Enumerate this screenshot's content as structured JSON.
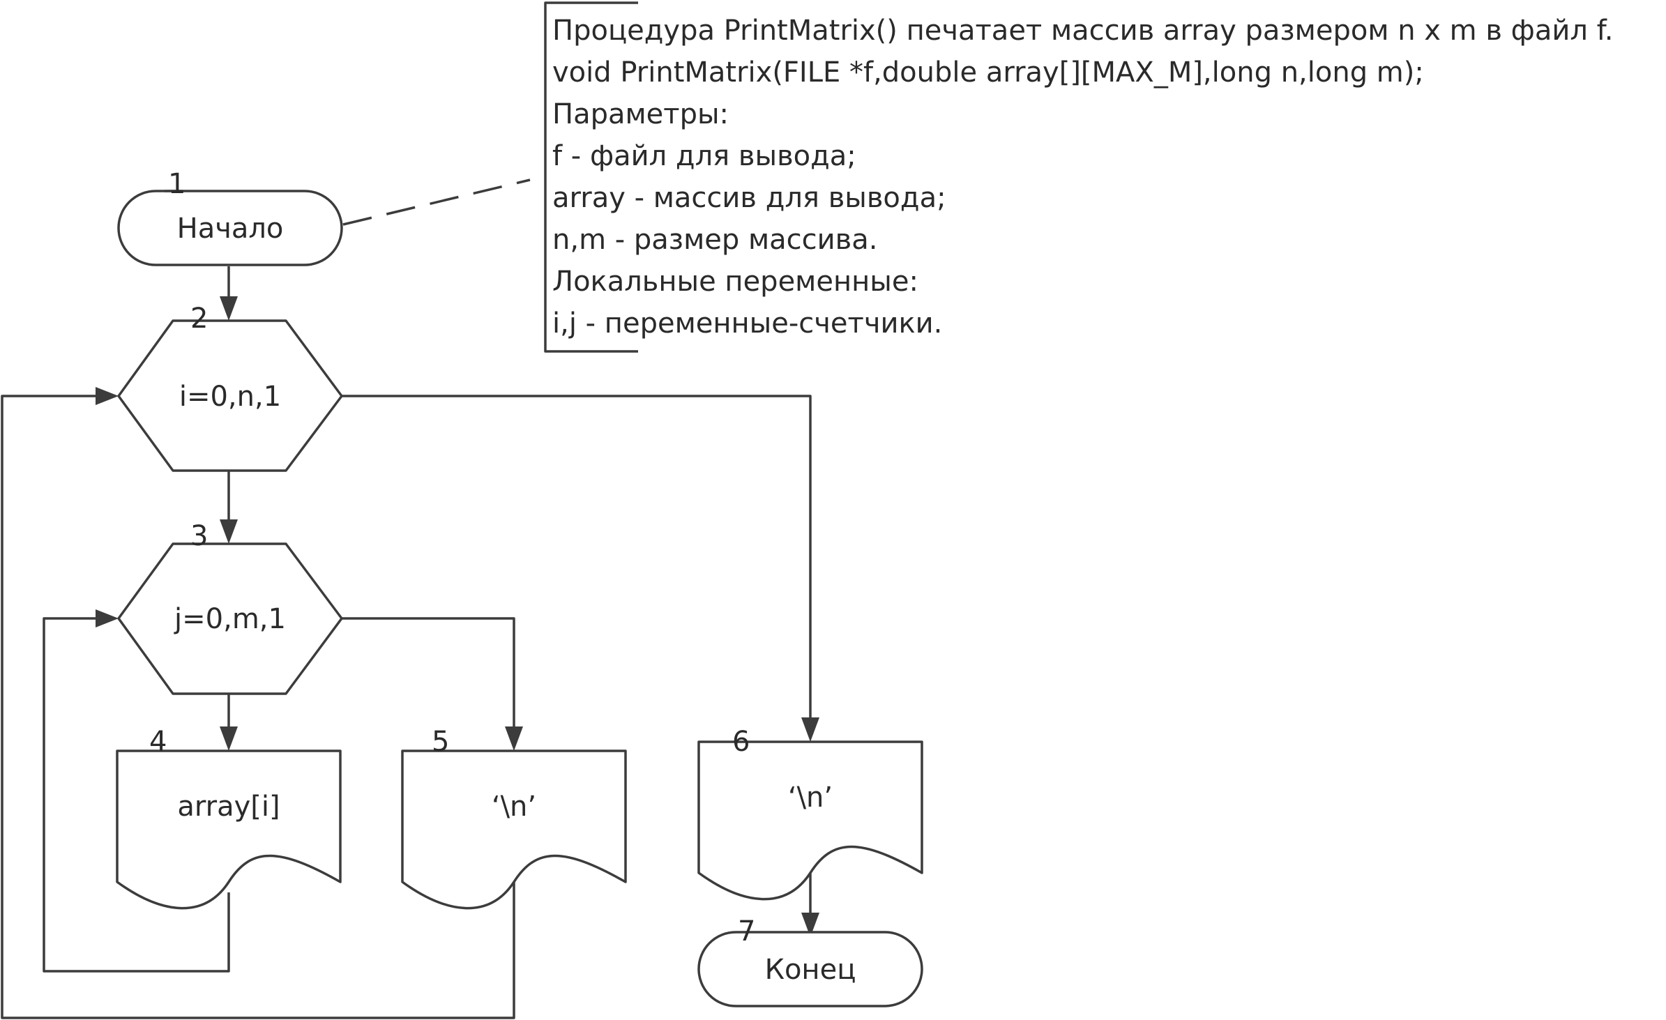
{
  "comment": {
    "lines": [
      "Процедура PrintMatrix() печатает массив array размером n x m в файл f.",
      "void PrintMatrix(FILE *f,double array[][MAX_M],long n,long m);",
      "Параметры:",
      "f - файл для вывода;",
      "array - массив для вывода;",
      "n,m - размер массива.",
      "Локальные переменные:",
      "i,j - переменные-счетчики."
    ]
  },
  "blocks": {
    "b1": {
      "num": "1",
      "text": "Начало"
    },
    "b2": {
      "num": "2",
      "text": "i=0,n,1"
    },
    "b3": {
      "num": "3",
      "text": "j=0,m,1"
    },
    "b4": {
      "num": "4",
      "text": "array[i]"
    },
    "b5": {
      "num": "5",
      "text": "‘\\n’"
    },
    "b6": {
      "num": "6",
      "text": "‘\\n’"
    },
    "b7": {
      "num": "7",
      "text": "Конец"
    }
  }
}
